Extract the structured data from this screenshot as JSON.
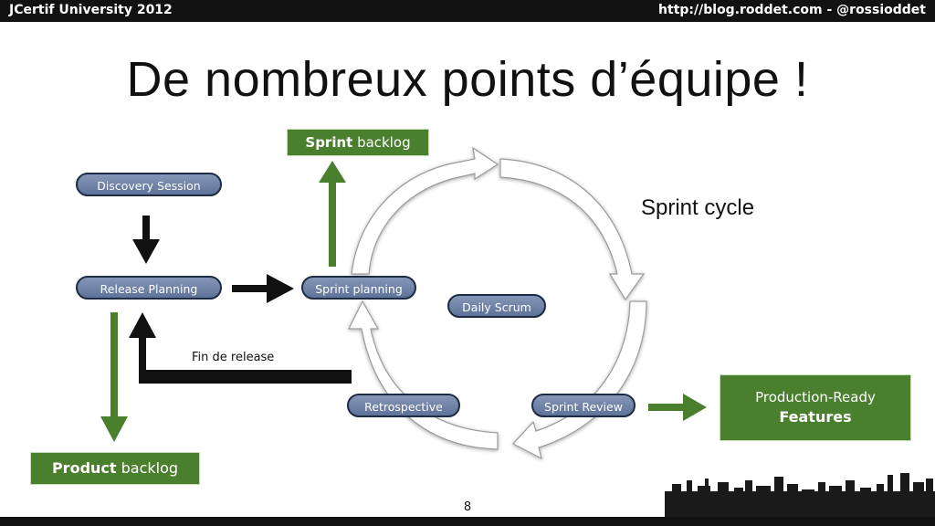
{
  "header": {
    "left": "JCertif University 2012",
    "right": "http://blog.roddet.com  -  @rossioddet"
  },
  "title": "De nombreux points d’équipe !",
  "nodes": {
    "discovery": "Discovery Session",
    "release": "Release Planning",
    "sprint_planning": "Sprint planning",
    "daily_scrum": "Daily Scrum",
    "retrospective": "Retrospective",
    "sprint_review": "Sprint Review"
  },
  "boxes": {
    "sprint_backlog": {
      "bold": "Sprint",
      "rest": " backlog"
    },
    "product_backlog": {
      "bold": "Product",
      "rest": " backlog"
    },
    "production": {
      "line1": "Production-Ready",
      "line2": "Features"
    }
  },
  "labels": {
    "sprint_cycle": "Sprint cycle",
    "fin_release": "Fin de release"
  },
  "page_number": "8",
  "colors": {
    "green": "#4a7f2e",
    "pill_top": "#8597b8",
    "pill_bottom": "#5e7398",
    "bar": "#121212"
  }
}
